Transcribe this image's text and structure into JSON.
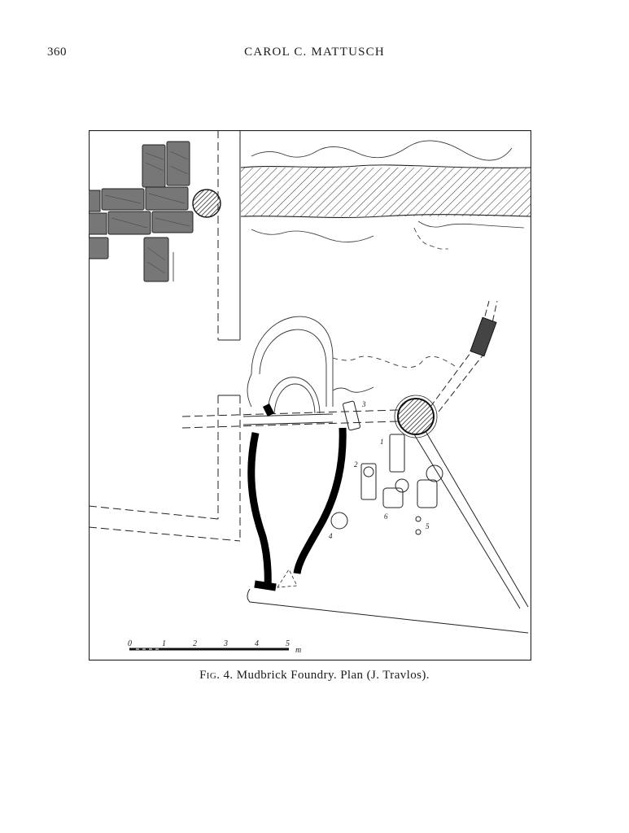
{
  "header": {
    "page_number": "360",
    "running_head": "CAROL C. MATTUSCH"
  },
  "figure": {
    "caption_label": "Fig. 4.",
    "caption_text": "Mudbrick Foundry. Plan (J. Travlos).",
    "scale_bar": {
      "ticks": [
        "0",
        "1",
        "2",
        "3",
        "4",
        "5"
      ],
      "unit": "m"
    },
    "feature_numbers": [
      "3",
      "1",
      "2",
      "6",
      "4",
      "5"
    ]
  }
}
